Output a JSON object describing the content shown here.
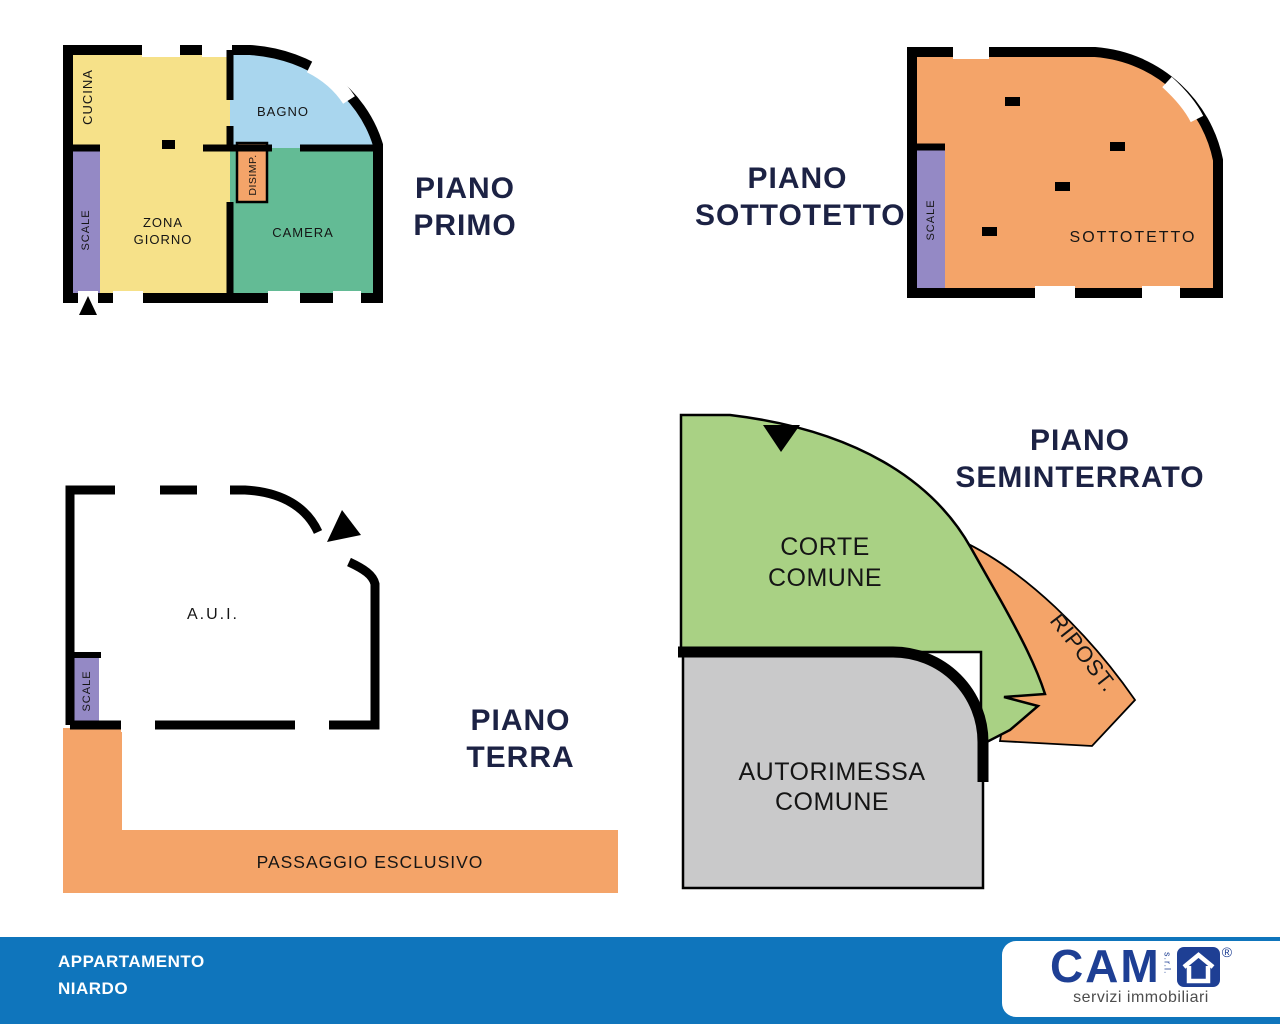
{
  "palette": {
    "yellow": "#f6e189",
    "bath_blue": "#a9d6ee",
    "bedroom_green": "#63bb95",
    "stairs_purple": "#9489c5",
    "orange": "#f4a469",
    "court_green": "#a9d184",
    "garage_gray": "#c9c9ca",
    "bar_blue": "#0f75bc",
    "title_navy": "#1c2244",
    "logo_blue": "#1e3f94",
    "wall_black": "#000000"
  },
  "plans": {
    "piano_primo": {
      "title": [
        "PIANO",
        "PRIMO"
      ],
      "rooms": {
        "cucina": "CUCINA",
        "bagno": "BAGNO",
        "disimpegno": "DISIMP.",
        "zona_giorno": [
          "ZONA",
          "GIORNO"
        ],
        "camera": "CAMERA",
        "scale": "SCALE"
      }
    },
    "piano_sottotetto": {
      "title": [
        "PIANO",
        "SOTTOTETTO"
      ],
      "rooms": {
        "sottotetto": "SOTTOTETTO",
        "scale": "SCALE"
      }
    },
    "piano_terra": {
      "title": [
        "PIANO",
        "TERRA"
      ],
      "rooms": {
        "aui": "A.U.I.",
        "scale": "SCALE",
        "passaggio": "PASSAGGIO ESCLUSIVO"
      }
    },
    "piano_seminterrato": {
      "title": [
        "PIANO",
        "SEMINTERRATO"
      ],
      "rooms": {
        "corte_comune": [
          "CORTE",
          "COMUNE"
        ],
        "autorimessa_comune": [
          "AUTORIMESSA",
          "COMUNE"
        ],
        "ripostiglio": "RIPOST."
      }
    }
  },
  "footer": {
    "line1": "APPARTAMENTO",
    "line2": "NIARDO",
    "logo": {
      "text": "CAM",
      "srl": "s.r.l.",
      "reg": "®",
      "tagline": "servizi immobiliari"
    }
  }
}
